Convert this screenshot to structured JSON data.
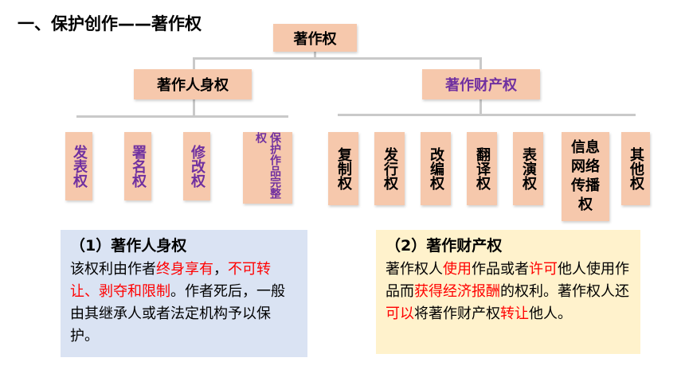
{
  "title": "一、保护创作——著作权",
  "root": "著作权",
  "categories": {
    "personal": "著作人身权",
    "property": "著作财产权"
  },
  "personal_rights": [
    {
      "text": "发表权",
      "small": false
    },
    {
      "text": "署名权",
      "small": false
    },
    {
      "text": "修改权",
      "small": false
    },
    {
      "text": "保护作品完整权",
      "small": true
    }
  ],
  "property_rights": [
    {
      "text": "复制权"
    },
    {
      "text": "发行权"
    },
    {
      "text": "改编权"
    },
    {
      "text": "翻译权"
    },
    {
      "text": "表演权"
    },
    {
      "text": "信息网络传播权"
    },
    {
      "text": "其他权"
    }
  ],
  "panel1": {
    "heading": "（1）著作人身权",
    "segments": [
      {
        "text": "该权利由作者",
        "red": false
      },
      {
        "text": "终身享有",
        "red": true
      },
      {
        "text": "，",
        "red": false
      },
      {
        "text": "不可转让、剥夺和限制",
        "red": true
      },
      {
        "text": "。作者死后，一般由其继承人或者法定机构予以保护。",
        "red": false
      }
    ]
  },
  "panel2": {
    "heading": "（2）著作财产权",
    "segments": [
      {
        "text": "著作权人",
        "red": false
      },
      {
        "text": "使用",
        "red": true
      },
      {
        "text": "作品或者",
        "red": false
      },
      {
        "text": "许可",
        "red": true
      },
      {
        "text": "他人使用作品而",
        "red": false
      },
      {
        "text": "获得经济报酬",
        "red": true
      },
      {
        "text": "的权利。著作权人还",
        "red": false
      },
      {
        "text": "可以",
        "red": true
      },
      {
        "text": "将著作财产权",
        "red": false
      },
      {
        "text": "转让",
        "red": true
      },
      {
        "text": "他人。",
        "red": false
      }
    ]
  },
  "colors": {
    "box_fill": "#f6c8ac",
    "purple": "#7030a0",
    "red": "#ff0000",
    "panel1_bg": "#dae3f3",
    "panel2_bg": "#fff2cc"
  }
}
